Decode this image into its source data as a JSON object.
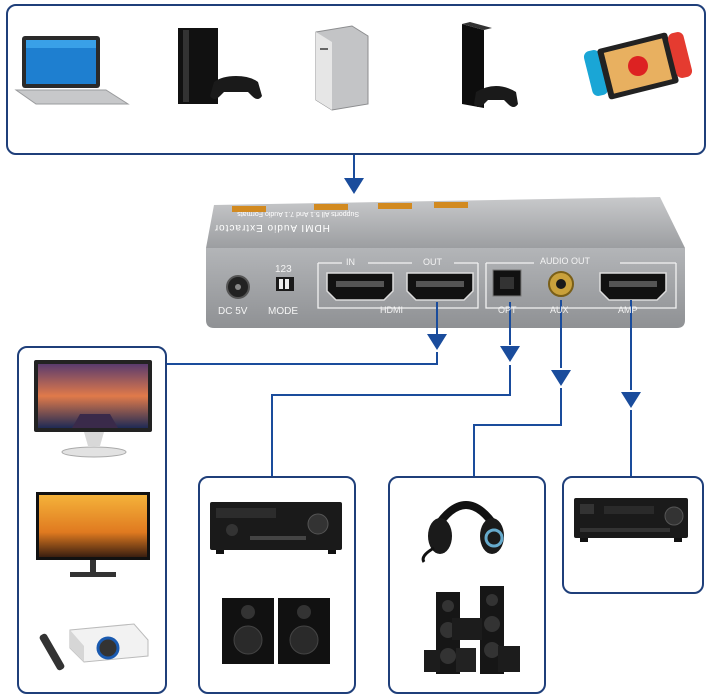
{
  "device": {
    "title_line1": "HDMI Audio Extractor",
    "title_line2": "Supports All 5.1 And 7.1 Audio Formats",
    "port_dc": "DC 5V",
    "switch_numbers": "123",
    "switch_label": "MODE",
    "hdmi_in": "IN",
    "hdmi_out": "OUT",
    "hdmi_group_label": "HDMI",
    "audio_out_label": "AUDIO OUT",
    "opt_label": "OPT",
    "aux_label": "AUX",
    "amp_label": "AMP"
  },
  "sources": [
    "laptop-icon",
    "ps4-console-icon",
    "desktop-pc-icon",
    "xbox-console-icon",
    "nintendo-switch-icon"
  ],
  "outputs": {
    "displays": [
      "monitor-icon",
      "tv-icon",
      "projector-icon"
    ],
    "opt_devices": [
      "av-receiver-icon",
      "bookshelf-speakers-icon"
    ],
    "aux_devices": [
      "gaming-headset-icon",
      "home-theater-speakers-icon"
    ],
    "amp_devices": [
      "amplifier-icon"
    ]
  },
  "colors": {
    "border": "#1f3f7a",
    "arrow": "#1a4c9c",
    "device_body": "#a9abad"
  }
}
